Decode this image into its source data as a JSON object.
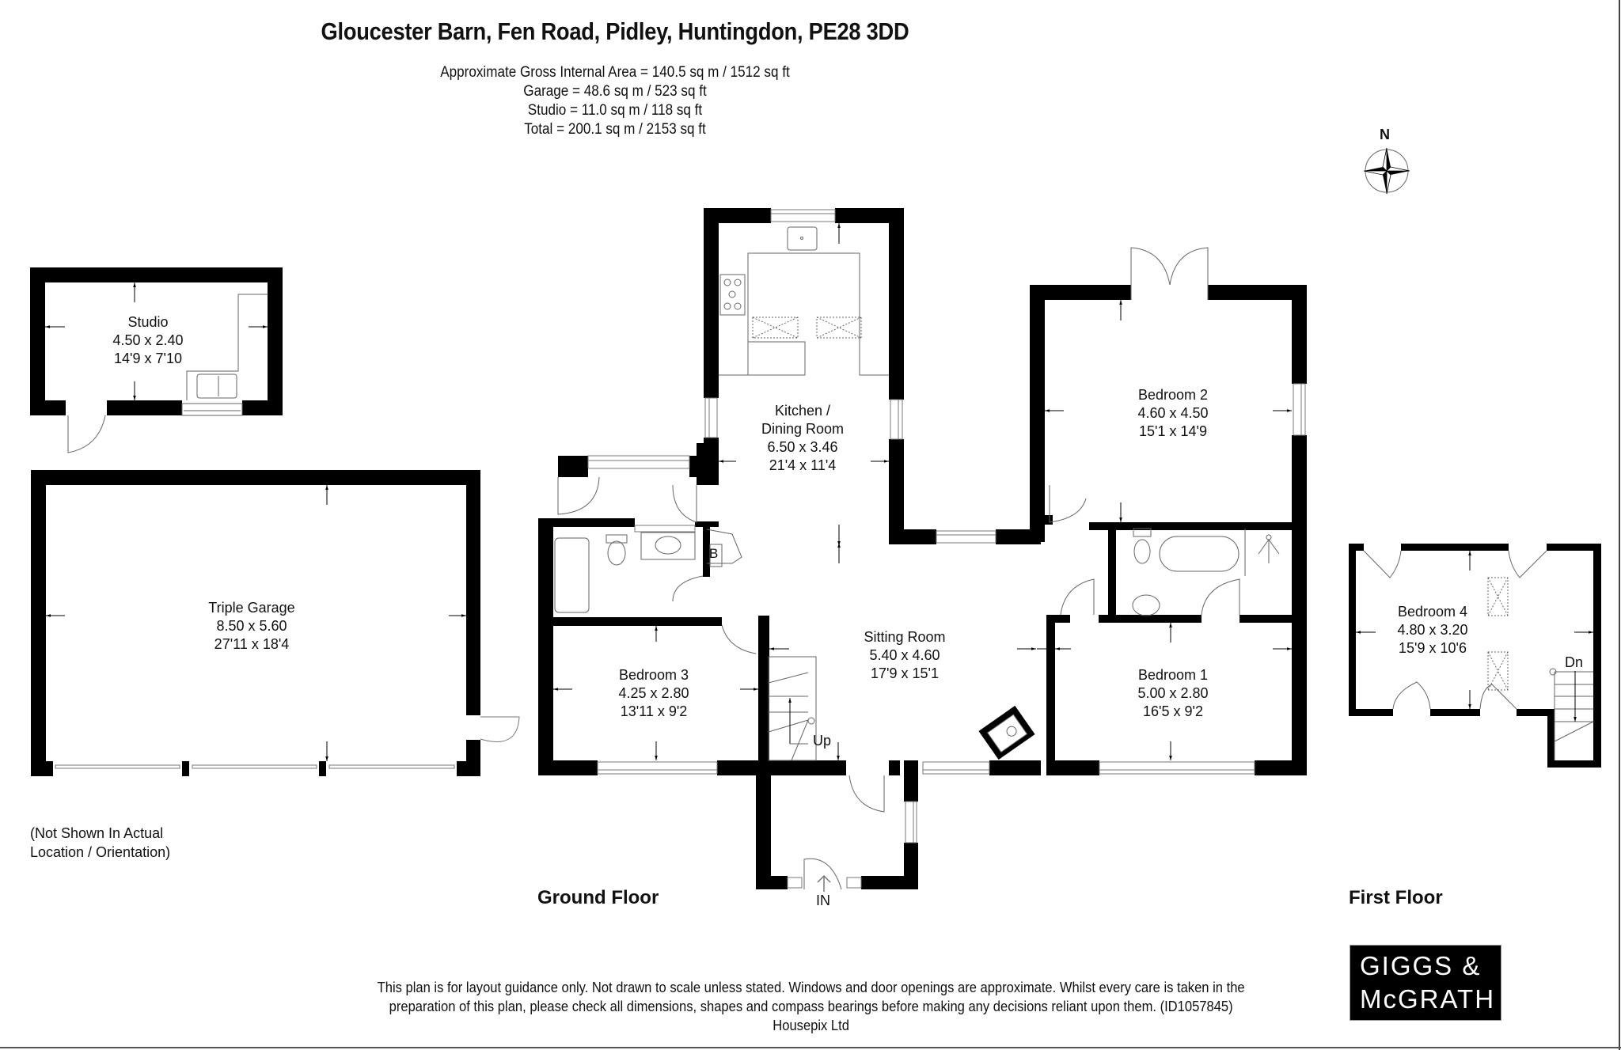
{
  "header": {
    "title": "Gloucester Barn, Fen Road, Pidley, Huntingdon, PE28 3DD",
    "areas": [
      "Approximate Gross Internal Area = 140.5 sq m / 1512 sq ft",
      "Garage = 48.6 sq m / 523 sq ft",
      "Studio = 11.0 sq m / 118 sq ft",
      "Total = 200.1 sq m / 2153 sq ft"
    ]
  },
  "compass": {
    "label": "N",
    "icon": "compass-rose-icon"
  },
  "rooms": {
    "studio": {
      "name": "Studio",
      "metric": "4.50 x 2.40",
      "imperial": "14'9 x 7'10"
    },
    "garage": {
      "name": "Triple Garage",
      "metric": "8.50 x 5.60",
      "imperial": "27'11 x 18'4"
    },
    "kitchen": {
      "name_line1": "Kitchen /",
      "name_line2": "Dining Room",
      "metric": "6.50 x 3.46",
      "imperial": "21'4 x 11'4"
    },
    "bedroom2": {
      "name": "Bedroom 2",
      "metric": "4.60 x 4.50",
      "imperial": "15'1 x 14'9"
    },
    "sitting": {
      "name": "Sitting Room",
      "metric": "5.40 x 4.60",
      "imperial": "17'9 x 15'1"
    },
    "bedroom3": {
      "name": "Bedroom 3",
      "metric": "4.25 x 2.80",
      "imperial": "13'11 x 9'2"
    },
    "bedroom1": {
      "name": "Bedroom 1",
      "metric": "5.00 x 2.80",
      "imperial": "16'5 x 9'2"
    },
    "bedroom4": {
      "name": "Bedroom 4",
      "metric": "4.80 x 3.20",
      "imperial": "15'9 x 10'6"
    }
  },
  "labels": {
    "boiler": "B",
    "stairs_up": "Up",
    "stairs_down": "Dn",
    "entrance": "IN",
    "ground_floor": "Ground Floor",
    "first_floor": "First Floor",
    "not_shown_line1": "(Not Shown In Actual",
    "not_shown_line2": "Location / Orientation)"
  },
  "footer": {
    "lines": [
      "This plan is for layout guidance only. Not drawn to scale unless stated. Windows and door openings are approximate. Whilst every care is taken in the",
      "preparation of this plan, please check all dimensions, shapes and compass bearings before making any decisions reliant upon them. (ID1057845)",
      "Housepix Ltd"
    ]
  },
  "logo": {
    "line1": "GIGGS &",
    "line2": "McGRATH"
  },
  "colors": {
    "wall": "#000000",
    "line": "#555555",
    "background": "#ffffff"
  }
}
